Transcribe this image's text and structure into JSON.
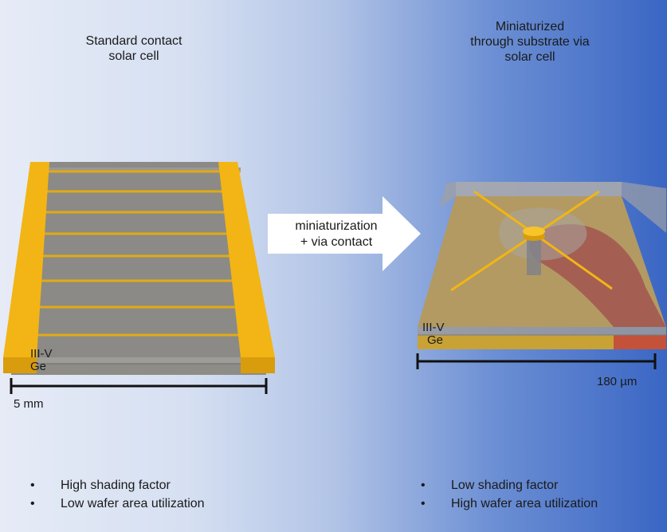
{
  "left_cell": {
    "title_line1": "Standard contact",
    "title_line2": "solar cell",
    "layer_top": "III-V",
    "layer_bottom": "Ge",
    "scale_label": "5 mm",
    "bullets": [
      "High shading factor",
      "Low wafer area utilization"
    ]
  },
  "right_cell": {
    "title_line1": "Miniaturized",
    "title_line2": "through substrate via",
    "title_line3": "solar cell",
    "layer_top": "III-V",
    "layer_bottom": "Ge",
    "scale_label": "180 µm",
    "bullets": [
      "Low shading factor",
      "High wafer area utilization"
    ]
  },
  "arrow": {
    "line1": "miniaturization",
    "line2": "+ via contact"
  },
  "colors": {
    "contact_gold": "#f2b515",
    "cell_gray": "#8b8a86",
    "ge_yellow": "#c9a236",
    "via_contact_red": "#a85a50",
    "arrow_fill": "#ffffff"
  }
}
